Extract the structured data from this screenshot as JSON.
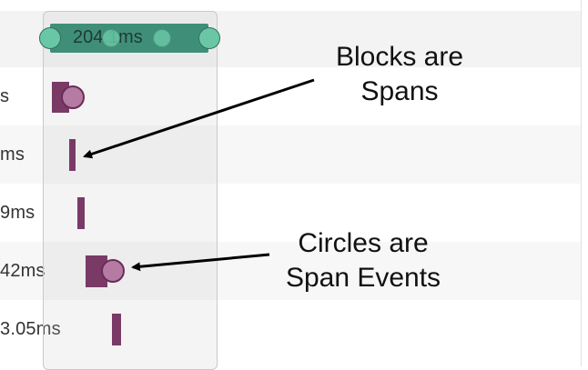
{
  "timeline": {
    "range_label": "204.1ms",
    "rows": [
      {
        "duration": "s"
      },
      {
        "duration": "ms"
      },
      {
        "duration": "9ms"
      },
      {
        "duration": "42ms"
      },
      {
        "duration": "3.05ms"
      }
    ]
  },
  "annotations": {
    "spans": {
      "line1": "Blocks are",
      "line2": "Spans"
    },
    "events": {
      "line1": "Circles are",
      "line2": "Span Events"
    }
  },
  "colors": {
    "span": "#7a3a66",
    "event": "#b67ba3",
    "range_bar": "#3f8f78",
    "handle": "#69c7a5"
  }
}
